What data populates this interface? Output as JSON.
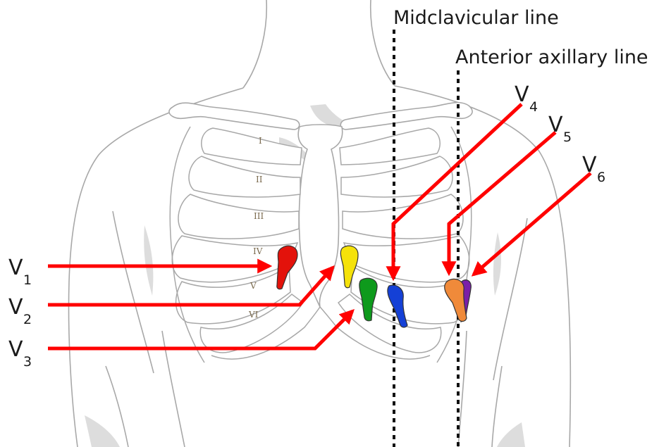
{
  "lines": {
    "midclavicular": "Midclavicular line",
    "anterior_axillary": "Anterior axillary line"
  },
  "ribs": [
    "I",
    "II",
    "III",
    "IV",
    "V",
    "VI"
  ],
  "leads": [
    {
      "letter": "V",
      "num": "1",
      "color": "#e3120b"
    },
    {
      "letter": "V",
      "num": "2",
      "color": "#f5e20a"
    },
    {
      "letter": "V",
      "num": "3",
      "color": "#0e9a1c"
    },
    {
      "letter": "V",
      "num": "4",
      "color": "#1440d6"
    },
    {
      "letter": "V",
      "num": "5",
      "color": "#f08a3a"
    },
    {
      "letter": "V",
      "num": "6",
      "color": "#7a1fa8"
    }
  ],
  "colors": {
    "arrow": "#ff0000",
    "outline": "#a8a8a8",
    "shadow": "#d9d9d9",
    "guide_line": "#111111"
  }
}
